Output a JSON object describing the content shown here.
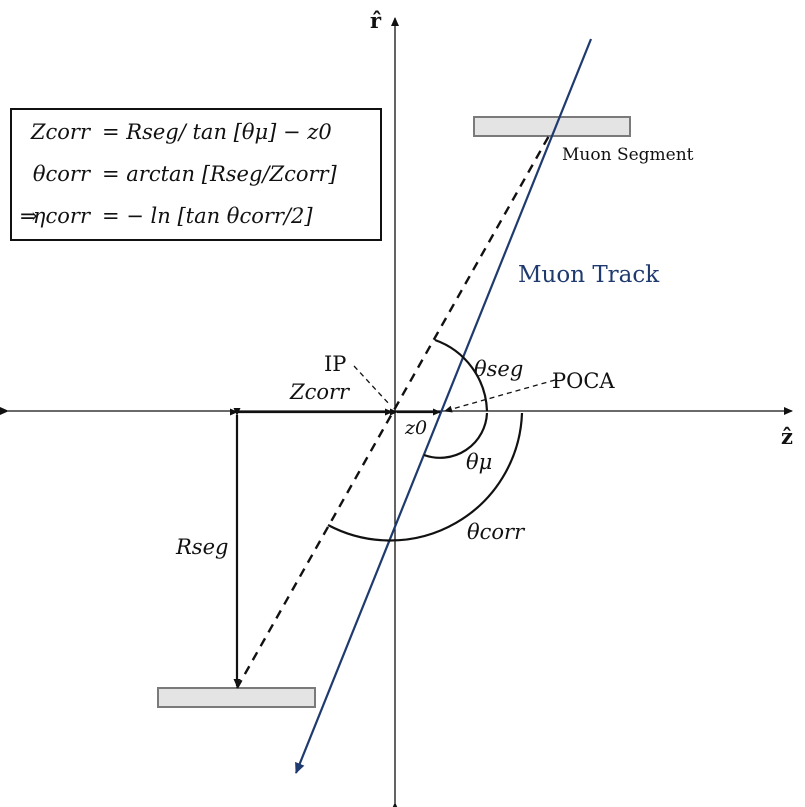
{
  "axes": {
    "z_label": "ẑ",
    "r_label": "r̂"
  },
  "labels": {
    "muon_segment": "Muon Segment",
    "muon_track": "Muon Track",
    "ip": "IP",
    "poca": "POCA",
    "z_corr": "Zcorr",
    "z0": "z0",
    "r_seg": "Rseg",
    "theta_seg": "θseg",
    "theta_mu": "θμ",
    "theta_corr": "θcorr"
  },
  "formulas": [
    {
      "prefix": "",
      "lhs": "Zcorr",
      "rhs": "= Rseg/ tan [θμ] − z0"
    },
    {
      "prefix": "",
      "lhs": "θcorr",
      "rhs": "= arctan [Rseg/Zcorr]"
    },
    {
      "prefix": "⇒",
      "lhs": "ηcorr",
      "rhs": "= − ln [tan θcorr/2]"
    }
  ],
  "colors": {
    "track": "#1f3a6e",
    "lines": "#111111",
    "segment_fill": "#e4e4e4",
    "segment_stroke": "#7a7a7a"
  }
}
